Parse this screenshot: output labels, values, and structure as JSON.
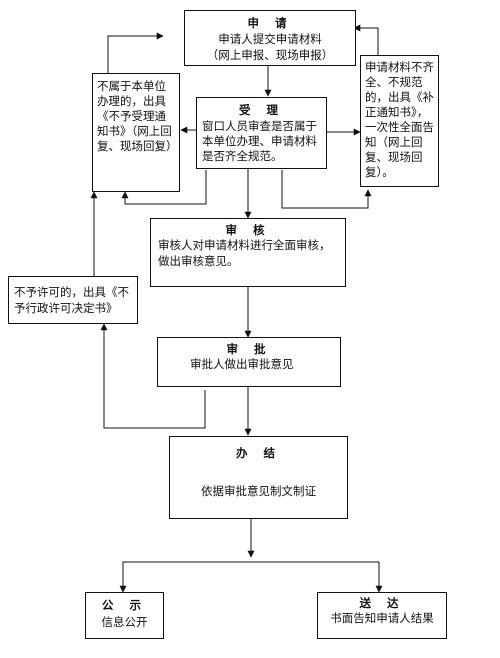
{
  "apply": {
    "title": "申 请",
    "line1": "申请人提交申请材料",
    "line2": "（网上申报、现场申报）"
  },
  "accept": {
    "title": "受 理",
    "body": "窗口人员审查是否属于本单位办理、申请材料是否齐全规范。"
  },
  "not_this_unit": {
    "text": "不属于本单位办理的，出具《不予受理通知书》（网上回复、现场回复）"
  },
  "incomplete": {
    "text": "申请材料不齐全、不规范的，出具《补正通知书》，一次性全面告知（网上回复、现场回复）。"
  },
  "review": {
    "title": "审 核",
    "body": "审核人对申请材料进行全面审核，做出审核意见。"
  },
  "deny": {
    "text": "不予许可的，出具《不予行政许可决定书》"
  },
  "approve": {
    "title": "审 批",
    "body": "审批人做出审批意见"
  },
  "handle": {
    "title": "办 结",
    "body": "依据审批意见制文制证"
  },
  "publicize": {
    "title": "公 示",
    "body": "信息公开"
  },
  "deliver": {
    "title": "送 达",
    "body": "书面告知申请人结果"
  }
}
